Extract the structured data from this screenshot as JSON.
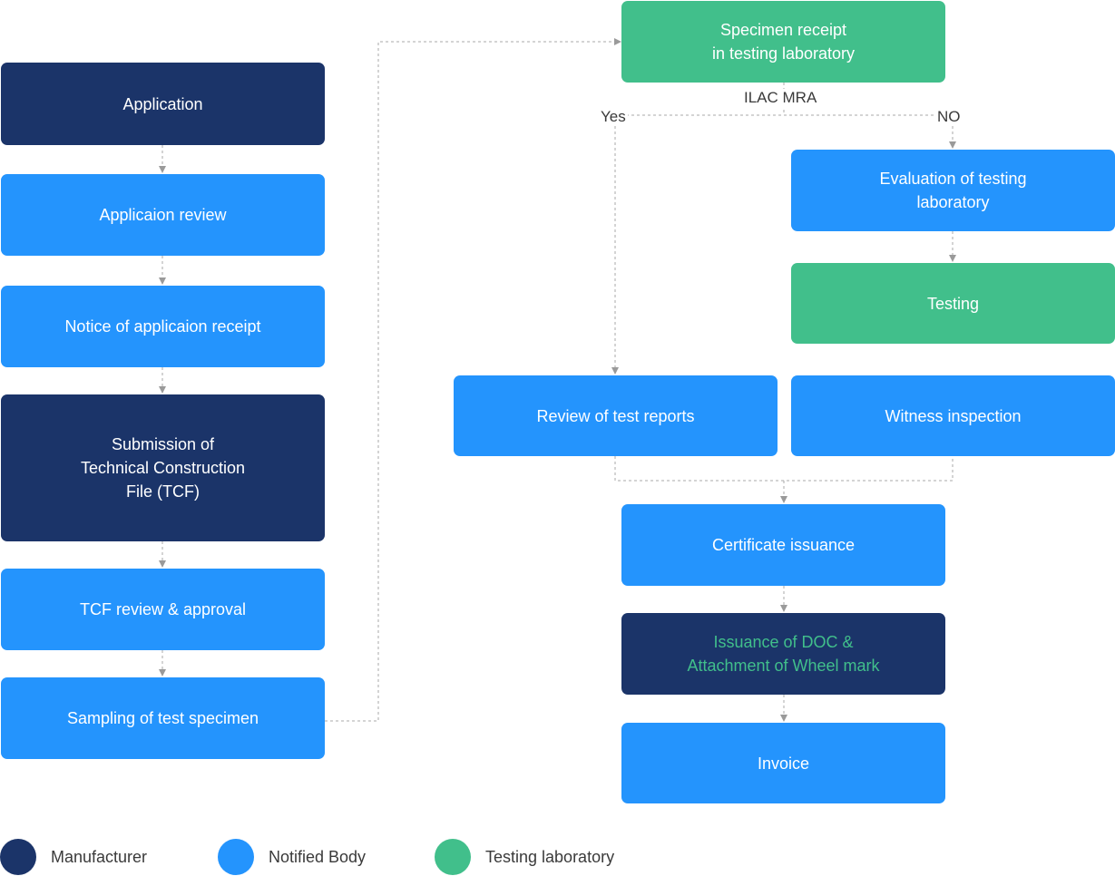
{
  "colors": {
    "manufacturer": "#1b3469",
    "notified_body": "#2494fd",
    "testing_laboratory": "#41bf8b"
  },
  "nodes": {
    "application": "Application",
    "application_review": "Applicaion review",
    "notice_receipt": "Notice of applicaion receipt",
    "submission_tcf": "Submission of\nTechnical Construction\nFile (TCF)",
    "tcf_review": "TCF review & approval",
    "sampling": "Sampling of test specimen",
    "specimen_receipt": "Specimen receipt\nin testing laboratory",
    "evaluation_lab": "Evaluation of testing\nlaboratory",
    "testing": "Testing",
    "review_reports": "Review of test reports",
    "witness_inspection": "Witness inspection",
    "certificate_issuance": "Certificate issuance",
    "issuance_doc": "Issuance of DOC &\nAttachment of Wheel mark",
    "invoice": "Invoice"
  },
  "edge_labels": {
    "ilac": "ILAC MRA",
    "yes": "Yes",
    "no": "NO"
  },
  "legend": [
    {
      "label": "Manufacturer",
      "color": "#1b3469"
    },
    {
      "label": "Notified Body",
      "color": "#2494fd"
    },
    {
      "label": "Testing laboratory",
      "color": "#41bf8b"
    }
  ]
}
